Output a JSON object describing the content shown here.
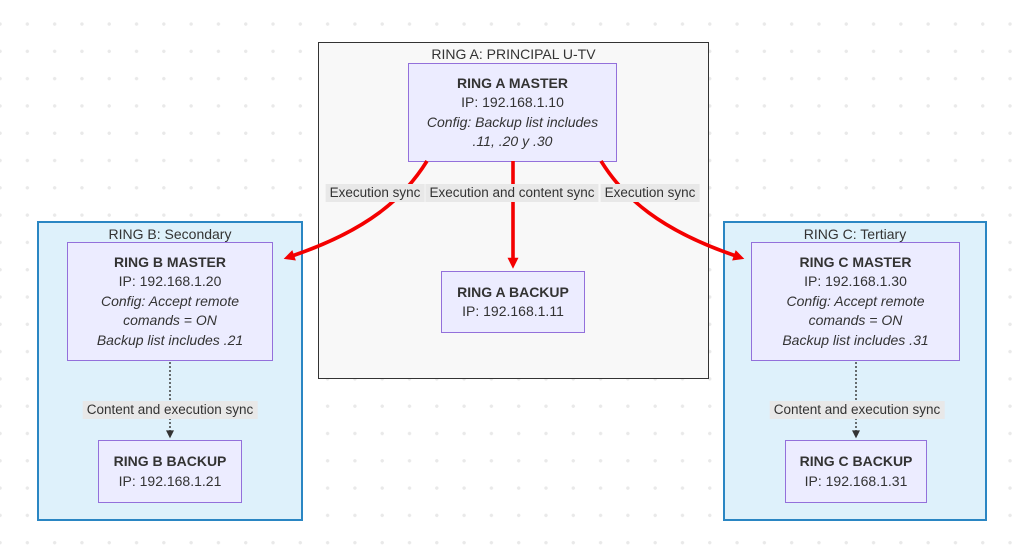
{
  "colors": {
    "node_fill": "#ececff",
    "node_border": "#9370db",
    "cluster_a_fill": "#f8f8f8",
    "cluster_a_border": "#333333",
    "cluster_bc_fill": "#def1fb",
    "cluster_bc_border": "#2a86c3",
    "edge_red": "#f40000",
    "edge_dark": "#333333",
    "edge_label_bg": "#e8e8e8",
    "text": "#333333"
  },
  "clusters": {
    "a": {
      "title": "RING A: PRINCIPAL U-TV"
    },
    "b": {
      "title": "RING B: Secondary"
    },
    "c": {
      "title": "RING C: Tertiary"
    }
  },
  "nodes": {
    "a_master": {
      "title": "RING A MASTER",
      "ip": "IP: 192.168.1.10",
      "config": [
        "Config: Backup list includes",
        ".11, .20 y .30"
      ]
    },
    "a_backup": {
      "title": "RING A BACKUP",
      "ip": "IP: 192.168.1.11"
    },
    "b_master": {
      "title": "RING B MASTER",
      "ip": "IP: 192.168.1.20",
      "config": [
        "Config: Accept remote",
        "comands = ON",
        "Backup list includes .21"
      ]
    },
    "b_backup": {
      "title": "RING B BACKUP",
      "ip": "IP: 192.168.1.21"
    },
    "c_master": {
      "title": "RING C MASTER",
      "ip": "IP: 192.168.1.30",
      "config": [
        "Config: Accept remote",
        "comands = ON",
        "Backup list includes .31"
      ]
    },
    "c_backup": {
      "title": "RING C BACKUP",
      "ip": "IP: 192.168.1.31"
    }
  },
  "edges": {
    "a_to_b": {
      "label": "Execution sync"
    },
    "a_to_abackup": {
      "label": "Execution and content sync"
    },
    "a_to_c": {
      "label": "Execution sync"
    },
    "b_to_backup": {
      "label": "Content and execution sync"
    },
    "c_to_backup": {
      "label": "Content and execution sync"
    }
  }
}
